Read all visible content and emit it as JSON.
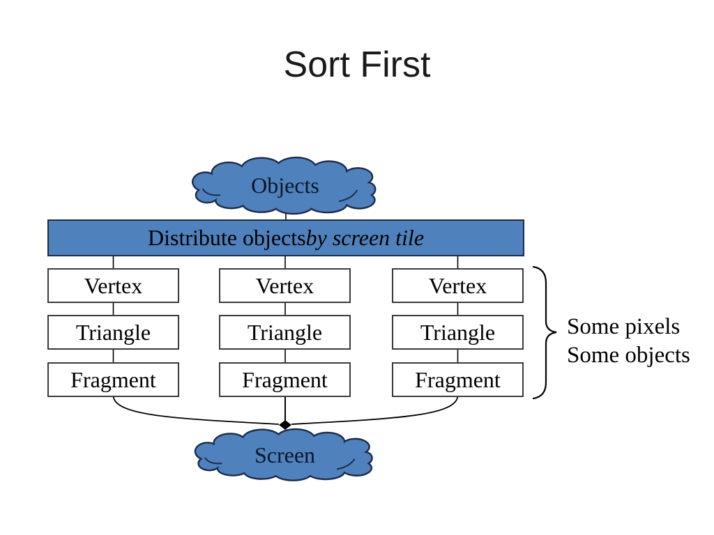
{
  "slide_title": "Sort First",
  "diagram": {
    "source_cloud_label": "Objects",
    "sink_cloud_label": "Screen",
    "distribute_bar": {
      "text_regular": "Distribute objects ",
      "text_italic": "by screen tile"
    },
    "pipelines": [
      {
        "stages": [
          "Vertex",
          "Triangle",
          "Fragment"
        ]
      },
      {
        "stages": [
          "Vertex",
          "Triangle",
          "Fragment"
        ]
      },
      {
        "stages": [
          "Vertex",
          "Triangle",
          "Fragment"
        ]
      }
    ],
    "annotation": {
      "line1": "Some pixels",
      "line2": "Some objects"
    },
    "colors": {
      "cloud_fill": "#4F81BD",
      "bar_fill": "#4F81BD",
      "shape_outline": "#1c2b4a",
      "box_border": "#3a3a3a",
      "connector": "#000000",
      "text": "#000000"
    }
  }
}
